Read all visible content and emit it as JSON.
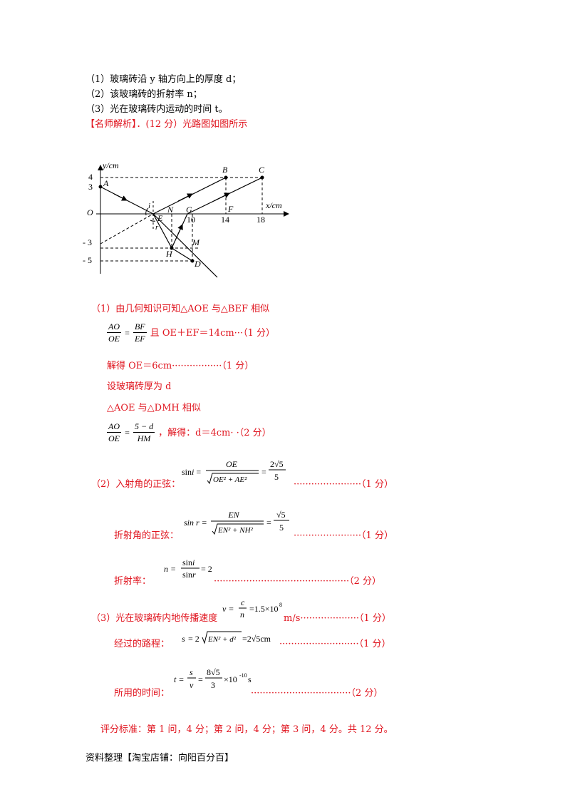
{
  "questions": {
    "q1": "（1）玻璃砖沿  y  轴方向上的厚度  d；",
    "q2": "（2）该玻璃砖的折射率  n；",
    "q3": "（3）光在玻璃砖内运动的时间  t。"
  },
  "solution_header": "【名师解析】．(12 分）光路图如图所示",
  "diagram": {
    "y_axis_label": "y/cm",
    "x_axis_label": "x/cm",
    "origin": "O",
    "y_ticks": [
      "4",
      "3",
      "- 3",
      "- 5"
    ],
    "x_ticks": [
      "10",
      "14",
      "18"
    ],
    "points": [
      "A",
      "B",
      "C",
      "E",
      "N",
      "G",
      "F",
      "M",
      "H",
      "D"
    ],
    "angles": [
      "i",
      "r"
    ]
  },
  "part1": {
    "intro": "（1）由几何知识可知△AOE 与△BEF 相似",
    "eq1_frac_left_num": "AO",
    "eq1_frac_left_den": "OE",
    "eq1_frac_right_num": "BF",
    "eq1_frac_right_den": "EF",
    "eq1_tail": "且 OE＋EF＝14cm···（1 分）",
    "solve_oe": "解得 OE＝6cm·················（1 分）",
    "assume_d": "设玻璃砖厚为 d",
    "similar2": "△AOE 与△DMH 相似",
    "eq2_frac_left_num": "AO",
    "eq2_frac_left_den": "OE",
    "eq2_frac_right_num": "5 − d",
    "eq2_frac_right_den": "HM",
    "eq2_tail": "，解得：d＝4cm· ·（2 分）"
  },
  "part2": {
    "incidence_label": "（2）入射角的正弦：",
    "incidence_score": "·······················（1 分）",
    "refraction_label": "折射角的正弦：",
    "refraction_score": "·······················（1 分）",
    "index_label": "折射率：",
    "index_score": "··············································（2 分）"
  },
  "part3": {
    "speed_label": "（3）光在玻璃砖内地传播速度",
    "speed_unit": "m/s····················（1 分）",
    "path_label": "经过的路程：",
    "path_score": "···························（1 分）",
    "time_label": "所用的时间：",
    "time_score": "··································（2 分）"
  },
  "grading": "评分标准：第 1 问，4 分；第 2 问，4 分；第 3 问，4 分。共  12 分。",
  "footer": "资料整理【淘宝店铺：向阳百分百】"
}
